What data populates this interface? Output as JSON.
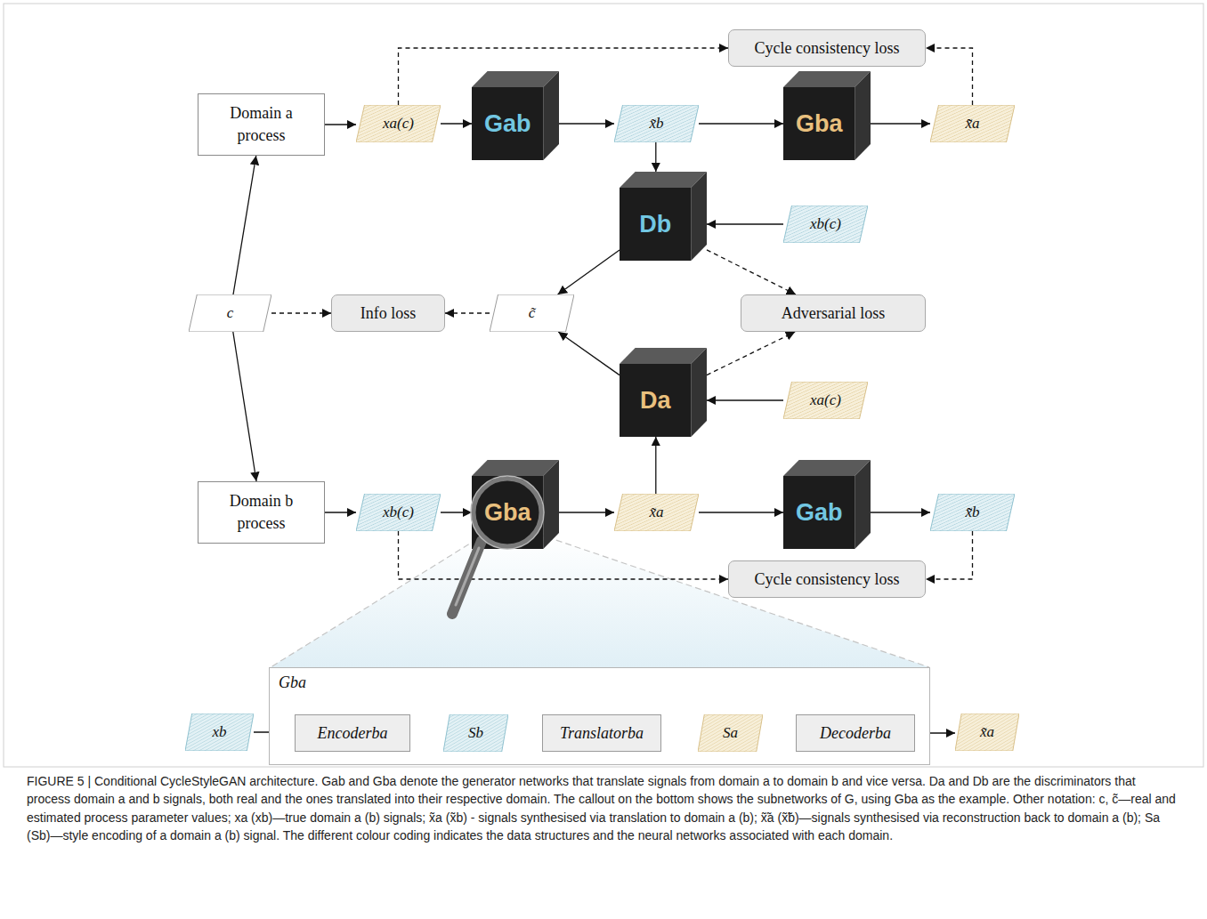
{
  "diagram": {
    "caption": "FIGURE 5 | Conditional CycleStyleGAN architecture. Gab and Gba denote the generator networks that translate signals from domain a to domain b and vice versa. Da and Db are the discriminators that process domain a and b signals, both real and the ones translated into their respective domain. The callout on the bottom shows the subnetworks of G, using Gba as the example. Other notation: c, c̃—real and estimated process parameter values; xa (xb)—true domain a (b) signals; x̃a (x̃b) - signals synthesised via translation to domain a (b); x̃̃a (x̃̃b)—signals synthesised via reconstruction back to domain a (b); Sa (Sb)—style encoding of a domain a (b) signal. The different colour coding indicates the data structures and the neural networks associated with each domain.",
    "nodes": [
      {
        "text": [
          "Cycle consistency loss"
        ]
      },
      {
        "text": [
          "Domain a process"
        ]
      },
      {
        "text": [
          "xa(c)"
        ]
      },
      {
        "text": [
          "Gab"
        ]
      },
      {
        "text": [
          "x̃b"
        ]
      },
      {
        "text": [
          "Gba"
        ]
      },
      {
        "text": [
          "x̃̃a"
        ]
      },
      {
        "text": [
          "Db"
        ]
      },
      {
        "text": [
          "xb(c)"
        ]
      },
      {
        "text": [
          "c"
        ]
      },
      {
        "text": [
          "Info loss"
        ]
      },
      {
        "text": [
          "c̃"
        ]
      },
      {
        "text": [
          "Adversarial loss"
        ]
      },
      {
        "text": [
          "Da"
        ]
      },
      {
        "text": [
          "xa(c)"
        ]
      },
      {
        "text": [
          "Domain b process"
        ]
      },
      {
        "text": [
          "xb(c)"
        ]
      },
      {
        "text": [
          "Gba"
        ]
      },
      {
        "text": [
          "x̃a"
        ]
      },
      {
        "text": [
          "Gab"
        ]
      },
      {
        "text": [
          "x̃̃b"
        ]
      },
      {
        "text": [
          "Cycle consistency loss"
        ]
      },
      {
        "text": [
          "xb"
        ]
      },
      {
        "text": [
          "Gba"
        ]
      },
      {
        "text": [
          "Encoderba"
        ],
        "in": 23
      },
      {
        "text": [
          "Sb"
        ],
        "in": 23
      },
      {
        "text": [
          "Translatorba"
        ],
        "in": 23
      },
      {
        "text": [
          "Sa"
        ],
        "in": 23
      },
      {
        "text": [
          "Decoderba"
        ],
        "in": 23
      },
      {
        "text": [
          "x̃a"
        ]
      }
    ],
    "edges": [
      {
        "from": 1,
        "to": 2,
        "arrow": "to"
      },
      {
        "from": 2,
        "to": 3,
        "arrow": "to"
      },
      {
        "from": 3,
        "to": 4,
        "arrow": "to"
      },
      {
        "from": 4,
        "to": 5,
        "arrow": "to"
      },
      {
        "from": 5,
        "to": 6,
        "arrow": "to"
      },
      {
        "from": 2,
        "to": 0,
        "arrow": "to"
      },
      {
        "from": 6,
        "to": 0,
        "arrow": "to"
      },
      {
        "from": 4,
        "to": 7,
        "arrow": "to"
      },
      {
        "from": 8,
        "to": 7,
        "arrow": "to"
      },
      {
        "from": 7,
        "to": 11,
        "arrow": "to"
      },
      {
        "from": 7,
        "to": 12,
        "arrow": "to"
      },
      {
        "from": 13,
        "to": 12,
        "arrow": "to"
      },
      {
        "from": 13,
        "to": 11,
        "arrow": "to"
      },
      {
        "from": 14,
        "to": 13,
        "arrow": "to"
      },
      {
        "from": 9,
        "to": 1,
        "arrow": "to"
      },
      {
        "from": 9,
        "to": 15,
        "arrow": "to"
      },
      {
        "from": 9,
        "to": 10,
        "arrow": "to"
      },
      {
        "from": 11,
        "to": 10,
        "arrow": "to"
      },
      {
        "from": 15,
        "to": 16,
        "arrow": "to"
      },
      {
        "from": 16,
        "to": 17,
        "arrow": "to"
      },
      {
        "from": 17,
        "to": 18,
        "arrow": "to"
      },
      {
        "from": 18,
        "to": 19,
        "arrow": "to"
      },
      {
        "from": 19,
        "to": 20,
        "arrow": "to"
      },
      {
        "from": 18,
        "to": 13,
        "arrow": "to"
      },
      {
        "from": 16,
        "to": 21,
        "arrow": "to"
      },
      {
        "from": 20,
        "to": 21,
        "arrow": "to"
      },
      {
        "from": 22,
        "to": 24,
        "arrow": "to"
      },
      {
        "from": 24,
        "to": 25,
        "arrow": "to"
      },
      {
        "from": 25,
        "to": 26,
        "arrow": "to"
      },
      {
        "from": 26,
        "to": 27,
        "arrow": "to"
      },
      {
        "from": 27,
        "to": 28,
        "arrow": "to"
      },
      {
        "from": 28,
        "to": 29,
        "arrow": "to"
      }
    ]
  }
}
